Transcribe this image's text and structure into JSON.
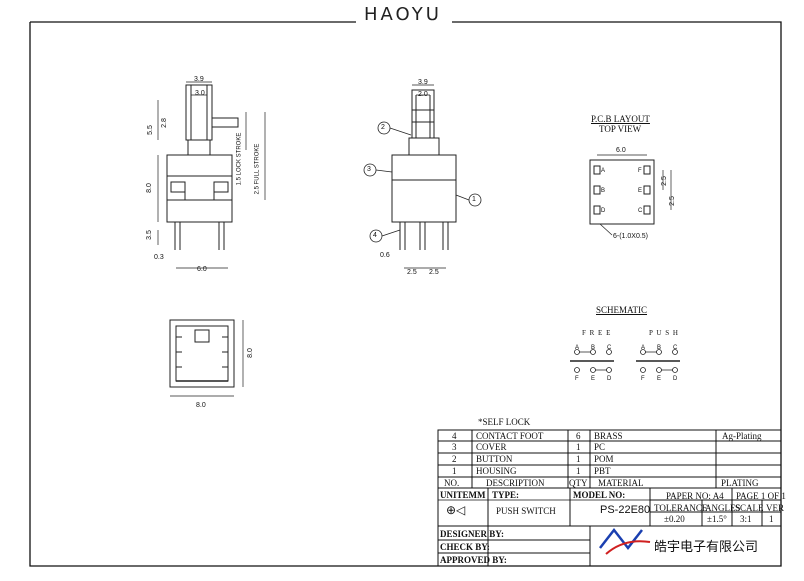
{
  "brand": "HAOYU",
  "views": {
    "side": {
      "dims_top": [
        "3.9",
        "3.0"
      ],
      "dims_left": [
        "5.5",
        "2.8",
        "8.0",
        "3.5",
        "0.3"
      ],
      "dims_bottom": "6.0",
      "stroke_labels": [
        "1.5 LOCK STROKE",
        "2.5 FULL STROKE"
      ]
    },
    "front": {
      "dims_top": [
        "3.9",
        "2.0"
      ],
      "callouts": [
        "2",
        "3",
        "1",
        "4"
      ],
      "dims_bottom": [
        "0.6",
        "2.5",
        "2.5"
      ]
    },
    "bottom": {
      "dim_right": "8.0",
      "dim_bottom": "8.0"
    }
  },
  "pcb": {
    "title": "P.C.B LAYOUT",
    "subtitle": "TOP VIEW",
    "dim_top": "6.0",
    "dims_right": [
      "2.5",
      "2.5"
    ],
    "hole_note": "6-(1.0X0.5)",
    "pins_left": [
      "A",
      "B",
      "D"
    ],
    "pins_right": [
      "F",
      "E",
      "C"
    ]
  },
  "schematic": {
    "title": "SCHEMATIC",
    "free_label": "F R E E",
    "push_label": "P U S H",
    "top_pins": [
      "A",
      "B",
      "C"
    ],
    "bottom_pins": [
      "F",
      "E",
      "D"
    ]
  },
  "self_lock": "*SELF LOCK",
  "bom": [
    {
      "no": "4",
      "desc": "CONTACT FOOT",
      "qty": "6",
      "material": "BRASS",
      "plating": "Ag-Plating"
    },
    {
      "no": "3",
      "desc": "COVER",
      "qty": "1",
      "material": "PC",
      "plating": ""
    },
    {
      "no": "2",
      "desc": "BUTTON",
      "qty": "1",
      "material": "POM",
      "plating": ""
    },
    {
      "no": "1",
      "desc": "HOUSING",
      "qty": "1",
      "material": "PBT",
      "plating": ""
    }
  ],
  "bom_header": {
    "no": "NO.",
    "desc": "DESCRIPTION",
    "qty": "QTY",
    "material": "MATERIAL",
    "plating": "PLATING"
  },
  "title_block": {
    "unit_label": "UNITEMM",
    "type_label": "TYPE:",
    "type_value": "PUSH SWITCH",
    "model_label": "MODEL NO:",
    "model_value": "PS-22E80",
    "paper_no": "PAPER NO: A4",
    "page": "PAGE 1 OF 1",
    "tolerance_label": "TOLERANCE",
    "angles_label": "ANGLES",
    "scale_label": "SCALE",
    "ver_label": "VER",
    "tolerance_value": "±0.20",
    "angles_value": "±1.5°",
    "scale_value": "3:1",
    "ver_value": "1",
    "designer": "DESIGNER BY:",
    "check": "CHECK  BY:",
    "approved": "APPROVED BY:",
    "company": "皓宇电子有限公司"
  }
}
